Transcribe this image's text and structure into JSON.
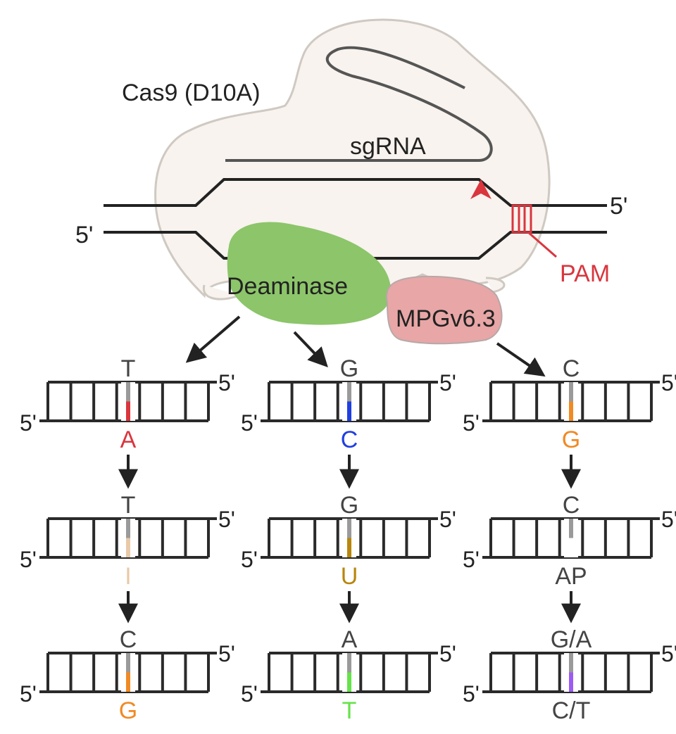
{
  "labels": {
    "cas9": "Cas9 (D10A)",
    "sgrna": "sgRNA",
    "pam": "PAM",
    "deaminase": "Deaminase",
    "mpg": "MPGv6.3",
    "five_prime": "5'"
  },
  "colors": {
    "protein_fill": "#f8f3ee",
    "protein_stroke": "#c8c3bd",
    "deaminase_fill": "#8cc56a",
    "mpg_fill": "#e8a6a6",
    "pam": "#d9363e",
    "line": "#222222"
  },
  "columns": [
    {
      "steps": [
        {
          "top": "T",
          "bottom": "A",
          "top_color": "#444444",
          "bottom_color": "#d9363e",
          "bar_color": "#d9363e"
        },
        {
          "top": "T",
          "bottom": "I",
          "top_color": "#444444",
          "bottom_color": "#e8c9a8",
          "bar_color": "#e8c9a8"
        },
        {
          "top": "C",
          "bottom": "G",
          "top_color": "#444444",
          "bottom_color": "#f08a24",
          "bar_color": "#f08a24"
        }
      ]
    },
    {
      "steps": [
        {
          "top": "G",
          "bottom": "C",
          "top_color": "#444444",
          "bottom_color": "#1f3fe0",
          "bar_color": "#1f3fe0"
        },
        {
          "top": "G",
          "bottom": "U",
          "top_color": "#444444",
          "bottom_color": "#b8860b",
          "bar_color": "#b8860b"
        },
        {
          "top": "A",
          "bottom": "T",
          "top_color": "#444444",
          "bottom_color": "#66e34a",
          "bar_color": "#66e34a"
        }
      ]
    },
    {
      "steps": [
        {
          "top": "C",
          "bottom": "G",
          "top_color": "#444444",
          "bottom_color": "#f08a24",
          "bar_color": "#f08a24"
        },
        {
          "top": "C",
          "bottom": "AP",
          "top_color": "#444444",
          "bottom_color": "#444444",
          "bar_color": "none"
        },
        {
          "top": "G/A",
          "bottom": "C/T",
          "top_color": "#444444",
          "bottom_color": "#444444",
          "bar_color": "#9b5cf0"
        }
      ]
    }
  ]
}
